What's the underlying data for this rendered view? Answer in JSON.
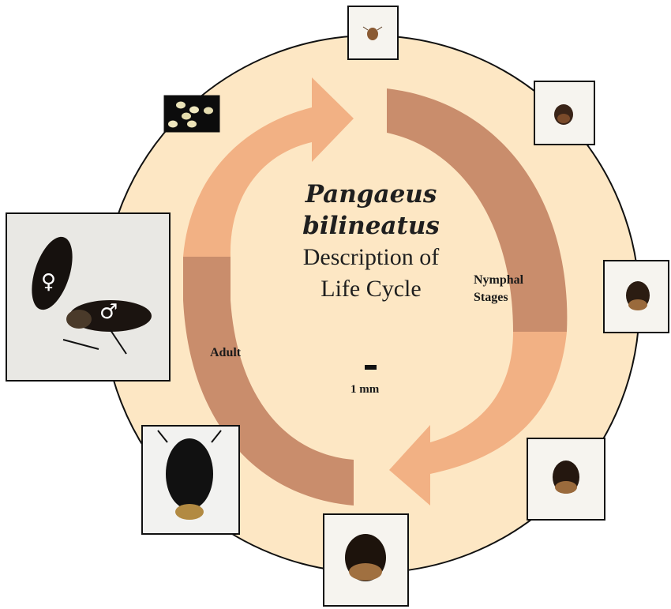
{
  "title": {
    "species_line1": "Pangaeus",
    "species_line2": "bilineatus",
    "line3": "Description of",
    "line4": "Life Cycle"
  },
  "stage_labels": {
    "nymphal_line1": "Nymphal",
    "nymphal_line2": "Stages",
    "adult": "Adult"
  },
  "scale_bar": {
    "label": "1 mm"
  },
  "sex_symbols": {
    "female": "♀",
    "male": "♂"
  },
  "colors": {
    "circle_fill": "#fde7c4",
    "arrow_light": "#f2b184",
    "arrow_dark": "#c98d6c",
    "photo_border": "#111111"
  },
  "photos": [
    {
      "name": "eggs-photo"
    },
    {
      "name": "nymph-1-photo"
    },
    {
      "name": "nymph-2-photo"
    },
    {
      "name": "nymph-3-photo"
    },
    {
      "name": "nymph-4-photo"
    },
    {
      "name": "nymph-5-photo"
    },
    {
      "name": "adult-photo"
    },
    {
      "name": "mating-adults-photo"
    }
  ]
}
